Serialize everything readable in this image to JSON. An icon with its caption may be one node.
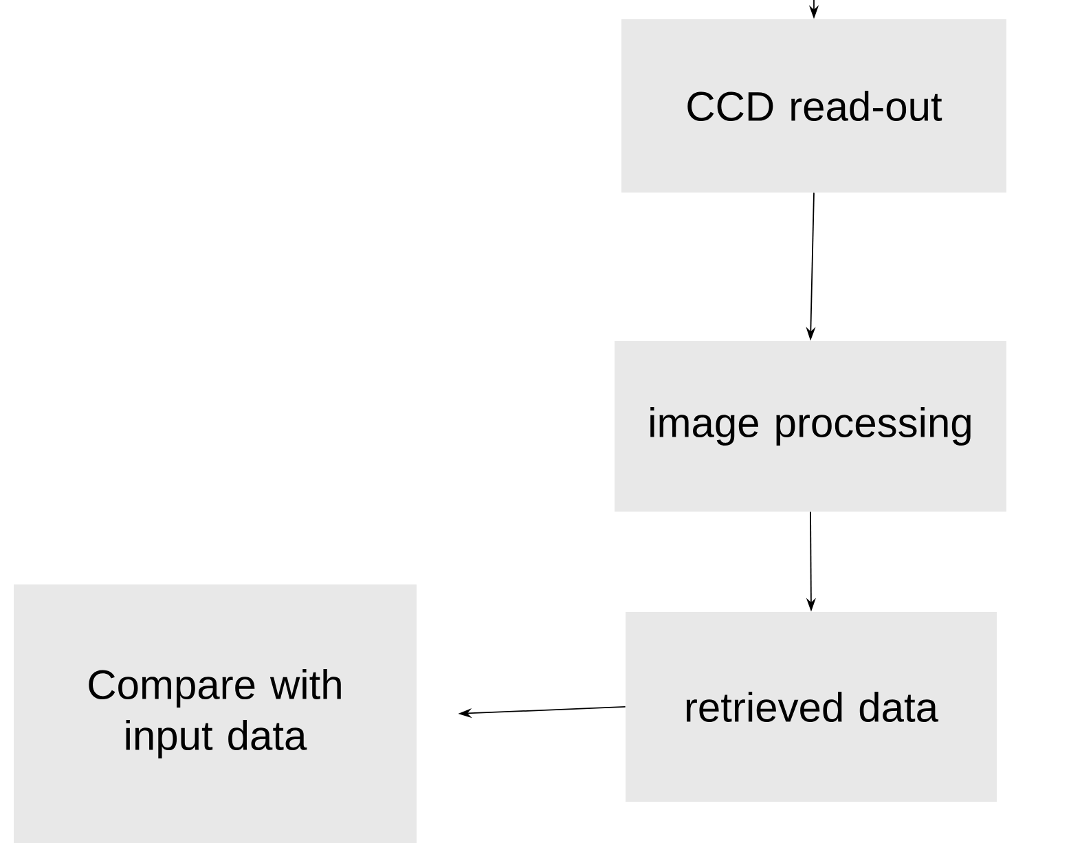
{
  "diagram": {
    "nodes": [
      {
        "text": [
          "CCD read-out"
        ]
      },
      {
        "text": [
          "image processing"
        ]
      },
      {
        "text": [
          "retrieved data"
        ]
      },
      {
        "text": [
          "Compare with input data"
        ]
      }
    ],
    "edges": [
      {
        "from": null,
        "to": 0,
        "arrow": "to"
      },
      {
        "from": 0,
        "to": 1,
        "arrow": "to"
      },
      {
        "from": 1,
        "to": 2,
        "arrow": "to"
      },
      {
        "from": 2,
        "to": 3,
        "arrow": "to"
      }
    ]
  }
}
